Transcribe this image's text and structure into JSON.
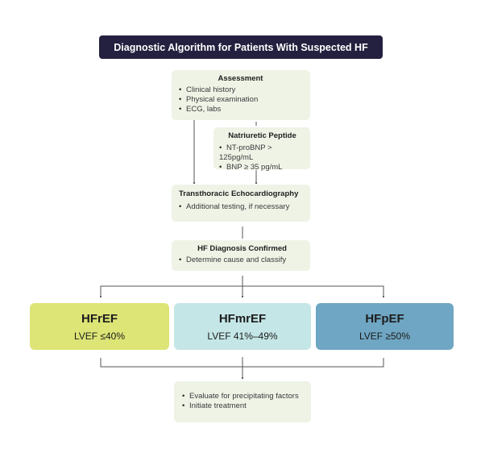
{
  "title": "Diagnostic Algorithm for Patients With Suspected HF",
  "colors": {
    "title_bg": "#24203f",
    "step_box": "#eef3e6",
    "hfref": "#dde576",
    "hfmref": "#c5e6e7",
    "hfpef": "#6fa6c3",
    "connector": "#555555"
  },
  "steps": {
    "assessment": {
      "heading": "Assessment",
      "items": [
        "Clinical history",
        "Physical examination",
        "ECG, labs"
      ]
    },
    "natriuretic_peptide": {
      "heading": "Natriuretic Peptide",
      "items": [
        "NT-proBNP > 125pg/mL",
        "BNP ≥ 35 pg/mL"
      ]
    },
    "echocardiography": {
      "heading": "Transthoracic Echocardiography",
      "items": [
        "Additional testing, if necessary"
      ]
    },
    "diagnosis_confirmed": {
      "heading": "HF Diagnosis Confirmed",
      "items": [
        "Determine cause and classify"
      ]
    },
    "final": {
      "items": [
        "Evaluate for precipitating factors",
        "Initiate treatment"
      ]
    }
  },
  "classifications": [
    {
      "name": "HFrEF",
      "criterion": "LVEF ≤40%"
    },
    {
      "name": "HFmrEF",
      "criterion": "LVEF 41%–49%"
    },
    {
      "name": "HFpEF",
      "criterion": "LVEF ≥50%"
    }
  ]
}
